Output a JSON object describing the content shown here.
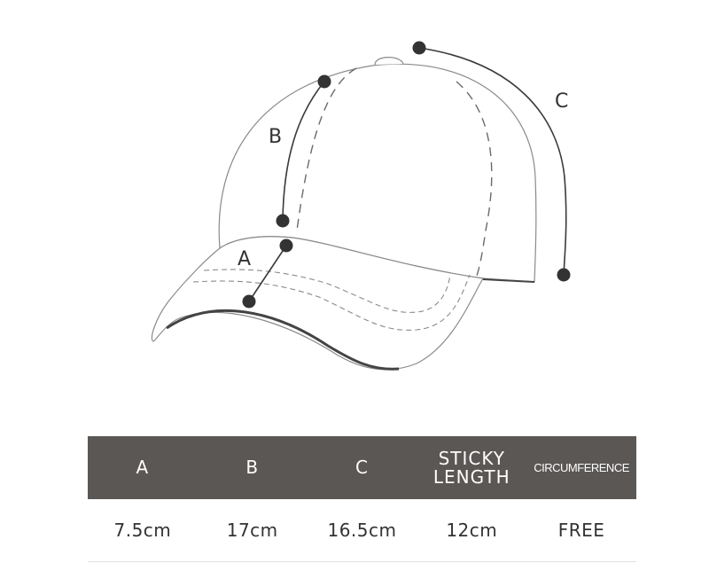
{
  "diagram": {
    "labels": {
      "a": "A",
      "b": "B",
      "c": "C"
    },
    "colors": {
      "outline": "#8a8a8a",
      "measure": "#3a3a3a",
      "dot": "#333333"
    }
  },
  "table": {
    "headers": [
      "A",
      "B",
      "C",
      "STICKY\nLENGTH",
      "CIRCUMFERENCE"
    ],
    "header_sticky_line1": "STICKY",
    "header_sticky_line2": "LENGTH",
    "values": [
      "7.5cm",
      "17cm",
      "16.5cm",
      "12cm",
      "FREE"
    ],
    "header_bg": "#5a5755"
  }
}
